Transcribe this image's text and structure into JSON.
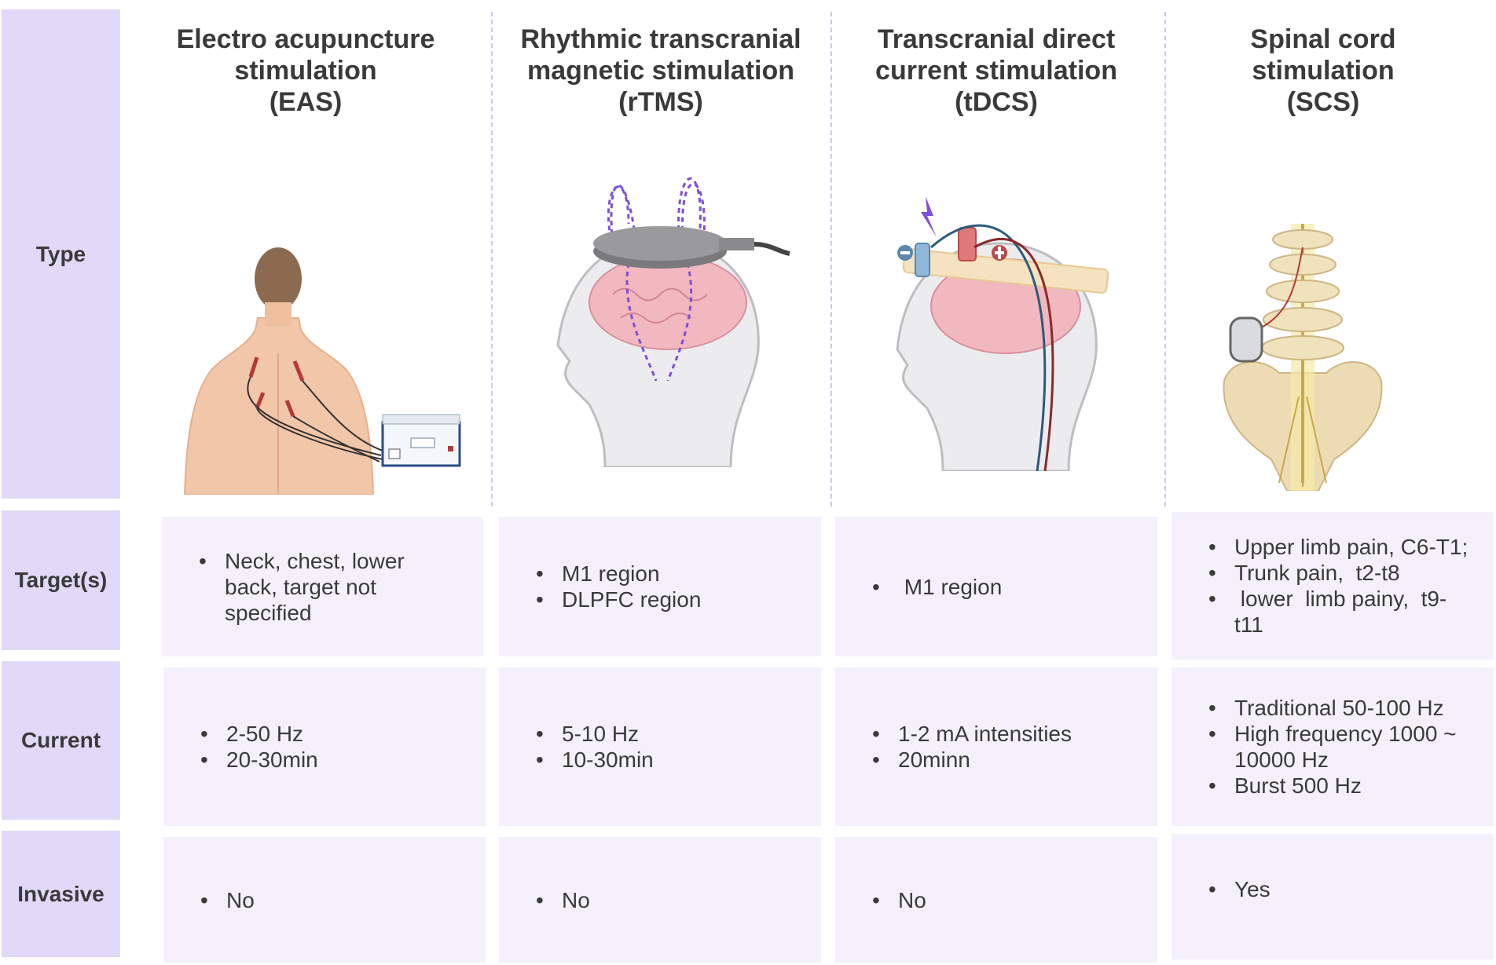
{
  "row_headers": {
    "type": "Type",
    "targets": "Target(s)",
    "current": "Current",
    "invasive": "Invasive"
  },
  "columns": [
    {
      "title_lines": [
        "Electro acupuncture",
        "stimulation",
        "(EAS)"
      ],
      "illustration": "back-acupuncture-electrodes-and-stimulator-box",
      "targets": [
        "Neck, chest, lower back, target not specified"
      ],
      "current": [
        "2-50 Hz",
        "20-30min"
      ],
      "invasive": [
        "No"
      ]
    },
    {
      "title_lines": [
        "Rhythmic transcranial",
        "magnetic stimulation",
        "(rTMS)"
      ],
      "illustration": "head-with-magnetic-coil-icon",
      "targets": [
        "M1 region",
        "DLPFC region"
      ],
      "current": [
        "5-10 Hz",
        "10-30min"
      ],
      "invasive": [
        "No"
      ]
    },
    {
      "title_lines": [
        "Transcranial direct",
        "current stimulation",
        "(tDCS)"
      ],
      "illustration": "head-with-electrode-headband-icon",
      "targets": [
        " M1 region"
      ],
      "current": [
        "1-2 mA intensities",
        "20minn"
      ],
      "invasive": [
        "No"
      ]
    },
    {
      "title_lines": [
        "Spinal cord",
        "stimulation",
        "(SCS)"
      ],
      "illustration": "spine-with-implanted-stimulator-icon",
      "targets": [
        "Upper limb pain, C6-T1;",
        "Trunk pain,  t2-t8",
        " lower  limb painy,  t9-t11"
      ],
      "current": [
        "Traditional 50-100 Hz",
        "High frequency 1000 ~ 10000 Hz",
        "Burst 500 Hz"
      ],
      "invasive": [
        "Yes"
      ]
    }
  ],
  "colors": {
    "row_header_bg": "#e1d9f8",
    "cell_bg": "#f4f1fd",
    "divider": "#cdc5ee",
    "text": "#3a3a3a"
  }
}
